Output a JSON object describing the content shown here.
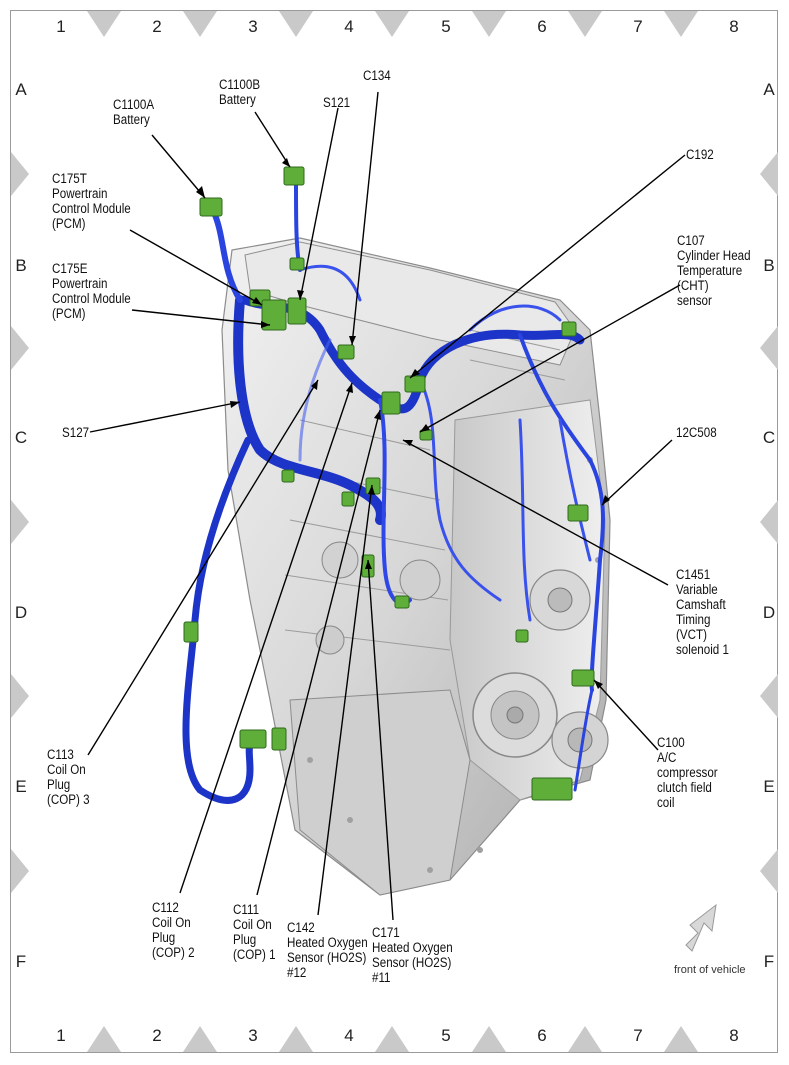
{
  "grid": {
    "columns": [
      "1",
      "2",
      "3",
      "4",
      "5",
      "6",
      "7",
      "8"
    ],
    "rows": [
      "A",
      "B",
      "C",
      "D",
      "E",
      "F"
    ]
  },
  "callouts": {
    "c1100a": "C1100A\nBattery",
    "c1100b": "C1100B\nBattery",
    "c134": "C134",
    "s121": "S121",
    "c192": "C192",
    "c175t": "C175T\nPowertrain\nControl Module\n(PCM)",
    "c175e": "C175E\nPowertrain\nControl Module\n(PCM)",
    "c107": "C107\nCylinder Head\nTemperature\n(CHT)\nsensor",
    "s127": "S127",
    "c12c508": "12C508",
    "c1451": "C1451\nVariable\nCamshaft\nTiming\n(VCT)\nsolenoid 1",
    "c113": "C113\nCoil On\nPlug\n(COP) 3",
    "c100": "C100\nA/C\ncompressor\nclutch field\ncoil",
    "c112": "C112\nCoil On\nPlug\n(COP) 2",
    "c111": "C111\nCoil On\nPlug\n(COP) 1",
    "c142": "C142\nHeated Oxygen\nSensor (HO2S)\n#12",
    "c171": "C171\nHeated Oxygen\nSensor (HO2S)\n#11"
  },
  "front_of_vehicle": "front of vehicle",
  "colors": {
    "harness": "#2a3fd6",
    "connector": "#5fae3a",
    "engine": "#d8d8d8",
    "marker": "#c9c9c9"
  }
}
